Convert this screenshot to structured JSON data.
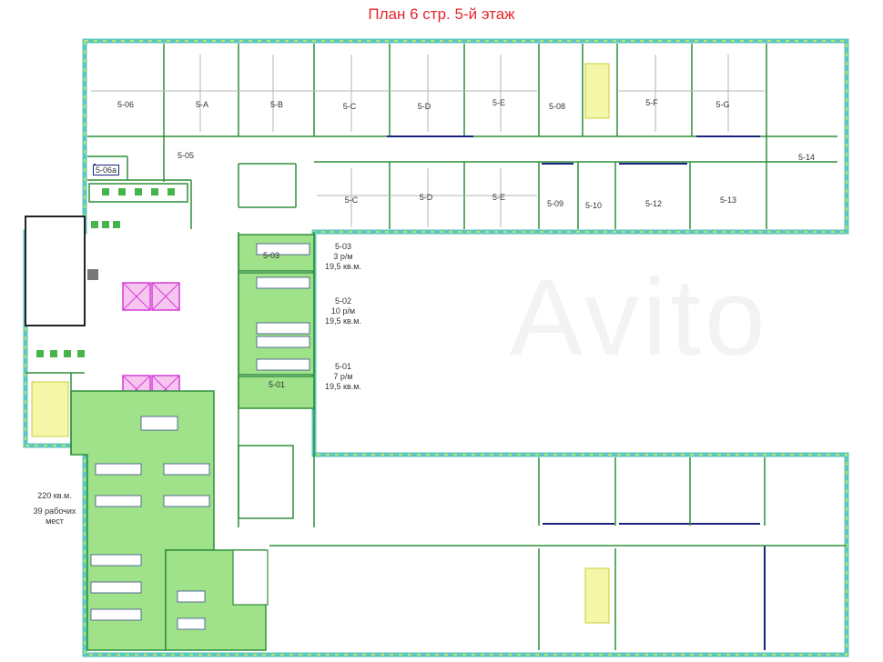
{
  "title": "План 6 стр. 5-й этаж",
  "rooms": {
    "r506": "5-06",
    "r5A": "5-A",
    "r5B": "5-B",
    "r5C_top": "5-C",
    "r5D_top": "5-D",
    "r5E_top": "5-E",
    "r508": "5-08",
    "r5F": "5-F",
    "r5G": "5-G",
    "r514": "5-14",
    "r506a": "5-06а",
    "r505": "5-05",
    "r5C_bot": "5-C",
    "r5D_bot": "5-D",
    "r5E_bot": "5-E",
    "r509": "5-09",
    "r510": "5-10",
    "r512": "5-12",
    "r513": "5-13",
    "r503_inner": "5-03",
    "r501_inner": "5-01"
  },
  "offices": {
    "o503": {
      "num": "5-03",
      "places": "3 р/м",
      "area": "19,5 кв.м."
    },
    "o502": {
      "num": "5-02",
      "places": "10 р/м",
      "area": "19,5 кв.м."
    },
    "o501": {
      "num": "5-01",
      "places": "7 р/м",
      "area": "19,5 кв.м."
    }
  },
  "openspace": {
    "area": "220 кв.м.",
    "places_line1": "39 рабочих",
    "places_line2": "мест"
  },
  "colors": {
    "title": "#e5262b",
    "wall_outer": "#5cc6c0",
    "wall_inner": "#2f8f3a",
    "highlight": "#9fe28a",
    "elevator": "#d63bd6",
    "stair": "#e8f06a",
    "door": "#1a237e"
  }
}
